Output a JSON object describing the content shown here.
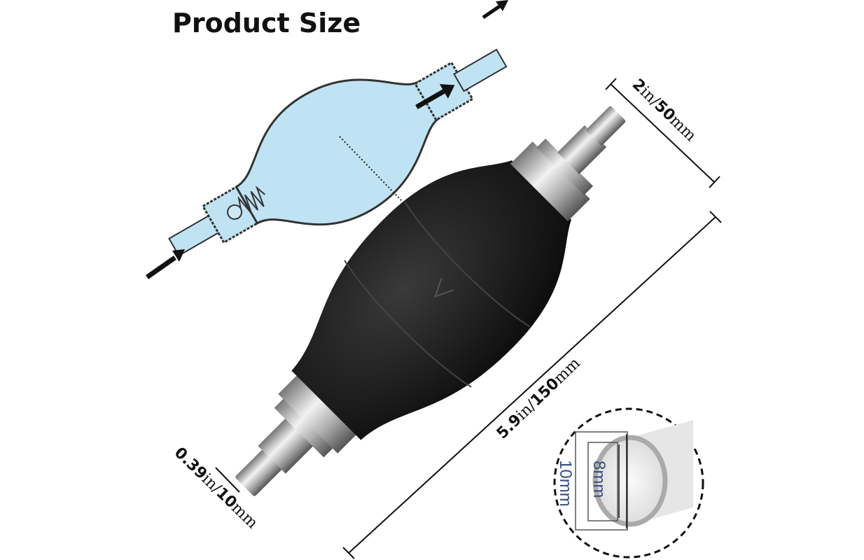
{
  "title": "Product Size",
  "dimensions": {
    "outlet_width": {
      "num": "2",
      "unit1": "in/",
      "num2": "50",
      "unit2": "mm"
    },
    "total_length": {
      "num": "5.9",
      "unit1": "in/",
      "num2": "150",
      "unit2": "mm"
    },
    "barb_diameter": {
      "num": "0.39",
      "unit1": "in/",
      "num2": "10",
      "unit2": "mm"
    }
  },
  "tube_detail": {
    "outer": "10mm",
    "inner": "8mm"
  },
  "colors": {
    "cross_section_fill": "#bfe3f2",
    "bulb": "#1a1a1a",
    "accent": "#111111"
  }
}
